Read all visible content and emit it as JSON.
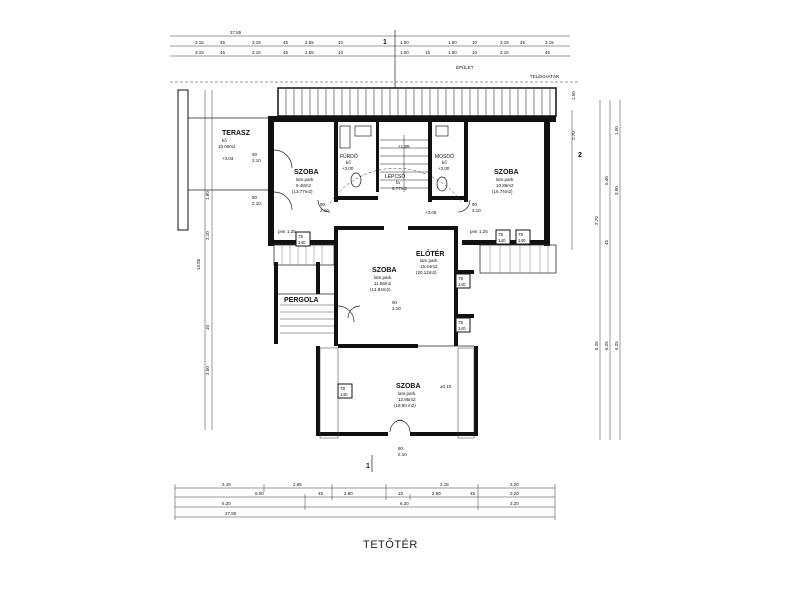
{
  "caption": "TETŐTÉR",
  "site_labels": {
    "building": "ÉPÜLET",
    "boundary": "TELEKHATÁR"
  },
  "rooms": {
    "terrace": {
      "name": "TERASZ",
      "l1": "kő",
      "l2": "10.00m2",
      "level": "+3.03"
    },
    "room_left": {
      "name": "SZOBA",
      "l1": "lam.park.",
      "l2": "9.48m2",
      "l3": "(13.77m2)"
    },
    "bath": {
      "name": "FÜRDŐ",
      "l1": "kő",
      "l2": "+3.00"
    },
    "stair": {
      "name": "LÉPCSŐ",
      "l1": "fa",
      "l2": "5.77m2"
    },
    "wc": {
      "name": "MOSDÓ",
      "l1": "kő",
      "l2": "+3.00"
    },
    "room_right": {
      "name": "SZOBA",
      "l1": "lam.park.",
      "l2": "10.86m2",
      "l3": "(16.74m2)"
    },
    "hall": {
      "name": "ELŐTÉR",
      "l1": "lam.park.",
      "l2": "15.44m2",
      "l3": "(20.12m2)"
    },
    "room_mid": {
      "name": "SZOBA",
      "l1": "lam.park.",
      "l2": "11.86m2",
      "l3": "(14.84m2)"
    },
    "pergola": {
      "name": "PERGOLA"
    },
    "room_bottom": {
      "name": "SZOBA",
      "l1": "lam.park.",
      "l2": "12.95m2",
      "l3": "(18.90 m2)"
    }
  },
  "levels": {
    "hall": "+3.05",
    "stair_top": "+1.89",
    "room_bottom_step": "±0.10"
  },
  "window_tags": [
    {
      "w": "78",
      "h": "140"
    },
    {
      "w": "78",
      "h": "140"
    },
    {
      "w": "78",
      "h": "140"
    },
    {
      "w": "78",
      "h": "140"
    },
    {
      "w": "78",
      "h": "140"
    },
    {
      "w": "78",
      "h": "140"
    }
  ],
  "door_tags": [
    {
      "w": "90",
      "h": "2.10"
    },
    {
      "w": "90",
      "h": "2.10"
    },
    {
      "w": "90",
      "h": "2.10"
    },
    {
      "w": "90",
      "h": "2.10"
    },
    {
      "w": "90",
      "h": "2.10"
    },
    {
      "w": "90",
      "h": "2.10"
    }
  ],
  "parapet": "pmr 1.25",
  "section_marks": {
    "top": "1",
    "bottom": "1",
    "right": "2"
  },
  "top_dims": {
    "overall": "27.85",
    "row1": [
      "3.15",
      "45",
      "3.15",
      "45",
      "2.55",
      "10",
      "1.00",
      "1.50",
      "10",
      "3.15",
      "45",
      "3.15"
    ],
    "row2": [
      "3.15",
      "45",
      "3.15",
      "45",
      "2.55",
      "10",
      "1.00",
      "15",
      "1.50",
      "10",
      "3.15",
      "45"
    ]
  },
  "bottom_dims": {
    "row1": [
      "3.15",
      "2.85",
      "3.15",
      "3.20"
    ],
    "row2": [
      "6.00",
      "45",
      "2.80",
      "10",
      "2.50",
      "45",
      "3.20"
    ],
    "row3": [
      "6.20",
      "6.30",
      "3.20"
    ],
    "overall": "27.85"
  },
  "left_dims": [
    "13.85",
    "3.50",
    "10",
    "1.80",
    "2.10"
  ],
  "right_dims": [
    "2.70",
    "1.50",
    "3.90",
    "2.70",
    "45",
    "5.40",
    "6.25",
    "6.25",
    "6.25",
    "1.50"
  ]
}
